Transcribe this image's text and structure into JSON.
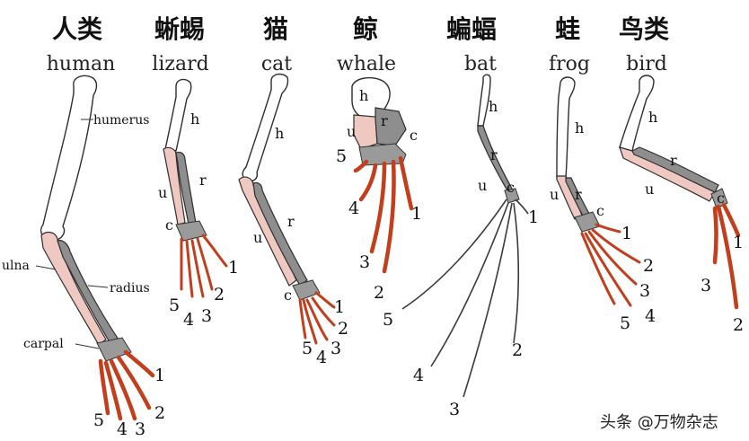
{
  "columns": [
    {
      "zh": "人类",
      "en": "human"
    },
    {
      "zh": "蜥蜴",
      "en": "lizard"
    },
    {
      "zh": "猫",
      "en": "cat"
    },
    {
      "zh": "鲸",
      "en": "whale"
    },
    {
      "zh": "蝙蝠",
      "en": "bat"
    },
    {
      "zh": "蛙",
      "en": "frog"
    },
    {
      "zh": "鸟类",
      "en": "bird"
    }
  ],
  "human_labels": {
    "humerus": "humerus",
    "ulna": "ulna",
    "radius": "radius",
    "carpal": "carpal"
  },
  "bone_abbrev": {
    "h": "h",
    "r": "r",
    "u": "u",
    "c": "c"
  },
  "digits": {
    "d1": "1",
    "d2": "2",
    "d3": "3",
    "d4": "4",
    "d5": "5"
  },
  "watermark": "头条 @万物杂志",
  "colors": {
    "humerus": "#ffffff",
    "radius": "#8e8e8e",
    "ulna": "#f0c8c2",
    "carpal": "#9a9a9a",
    "digit": "#c23e1c"
  }
}
